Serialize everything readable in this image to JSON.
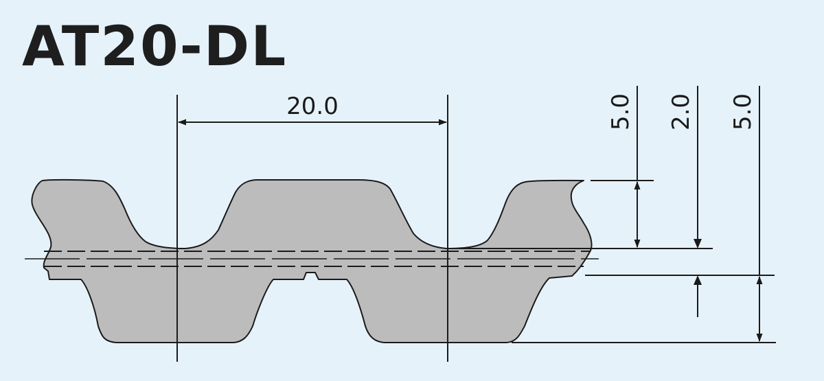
{
  "title": "AT20-DL",
  "dimensions": {
    "pitch": "20.0",
    "tooth_height_top": "5.0",
    "body_thickness": "2.0",
    "tooth_height_bottom": "5.0"
  },
  "colors": {
    "background": "#e6f2fa",
    "belt_fill": "#bcbcbc",
    "line": "#1a1a1a"
  }
}
